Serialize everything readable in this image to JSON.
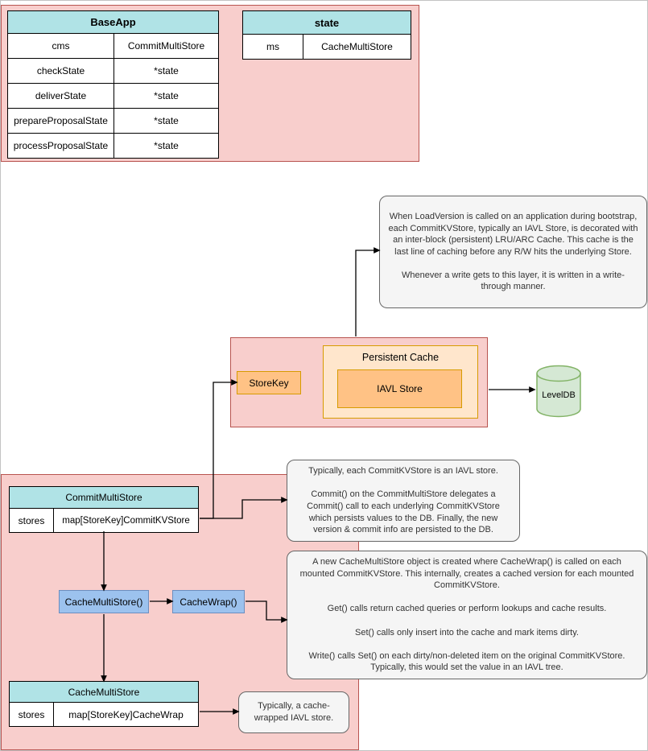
{
  "colors": {
    "container_fill": "#f8cecc",
    "container_stroke": "#b85450",
    "table_header_fill": "#b0e3e6",
    "orange_fill": "#ffc285",
    "orange_light_fill": "#ffe6cc",
    "orange_stroke": "#d79b00",
    "blue_fill": "#9cc2ee",
    "blue_stroke": "#6c8ebf",
    "green_fill": "#d5e8d4",
    "green_stroke": "#82b366",
    "note_fill": "#f5f5f5",
    "note_stroke": "#666666"
  },
  "tables": {
    "baseapp": {
      "title": "BaseApp",
      "rows": [
        [
          "cms",
          "CommitMultiStore"
        ],
        [
          "checkState",
          "*state"
        ],
        [
          "deliverState",
          "*state"
        ],
        [
          "prepareProposalState",
          "*state"
        ],
        [
          "processProposalState",
          "*state"
        ]
      ]
    },
    "state": {
      "title": "state",
      "rows": [
        [
          "ms",
          "CacheMultiStore"
        ]
      ]
    },
    "commit_multi_store": {
      "title": "CommitMultiStore",
      "rows": [
        [
          "stores",
          "map[StoreKey]CommitKVStore"
        ]
      ]
    },
    "cache_multi_store": {
      "title": "CacheMultiStore",
      "rows": [
        [
          "stores",
          "map[StoreKey]CacheWrap"
        ]
      ]
    }
  },
  "boxes": {
    "store_key": "StoreKey",
    "persistent_cache": "Persistent Cache",
    "iavl_store": "IAVL Store",
    "leveldb": "LevelDB",
    "cache_multi_store_fn": "CacheMultiStore()",
    "cache_wrap_fn": "CacheWrap()"
  },
  "notes": {
    "load_version": "When LoadVersion is called on an application during bootstrap, each CommitKVStore, typically an IAVL Store, is decorated with an inter-block (persistent) LRU/ARC Cache. This cache is the last line of caching before any R/W hits the underlying Store.\n\nWhenever a write gets to this layer, it is written in a write-through manner.",
    "commit_delegation": "Typically, each CommitKVStore is an IAVL store.\n\nCommit() on the CommitMultiStore delegates a Commit() call to each underlying CommitKVStore which persists values to the DB. Finally, the new version & commit info are persisted to the DB.",
    "cache_wrap_detail": "A new CacheMultiStore object is created where CacheWrap() is called on each mounted CommitKVStore. This internally, creates a cached version for each mounted CommitKVStore.\n\nGet() calls return cached queries or perform lookups and cache results.\n\nSet() calls only insert into the cache and mark items dirty.\n\nWrite() calls Set() on each dirty/non-deleted item on the original CommitKVStore. Typically, this would set the value in an IAVL tree.",
    "cache_wrapped_iavl": "Typically, a cache-\nwrapped IAVL store."
  }
}
